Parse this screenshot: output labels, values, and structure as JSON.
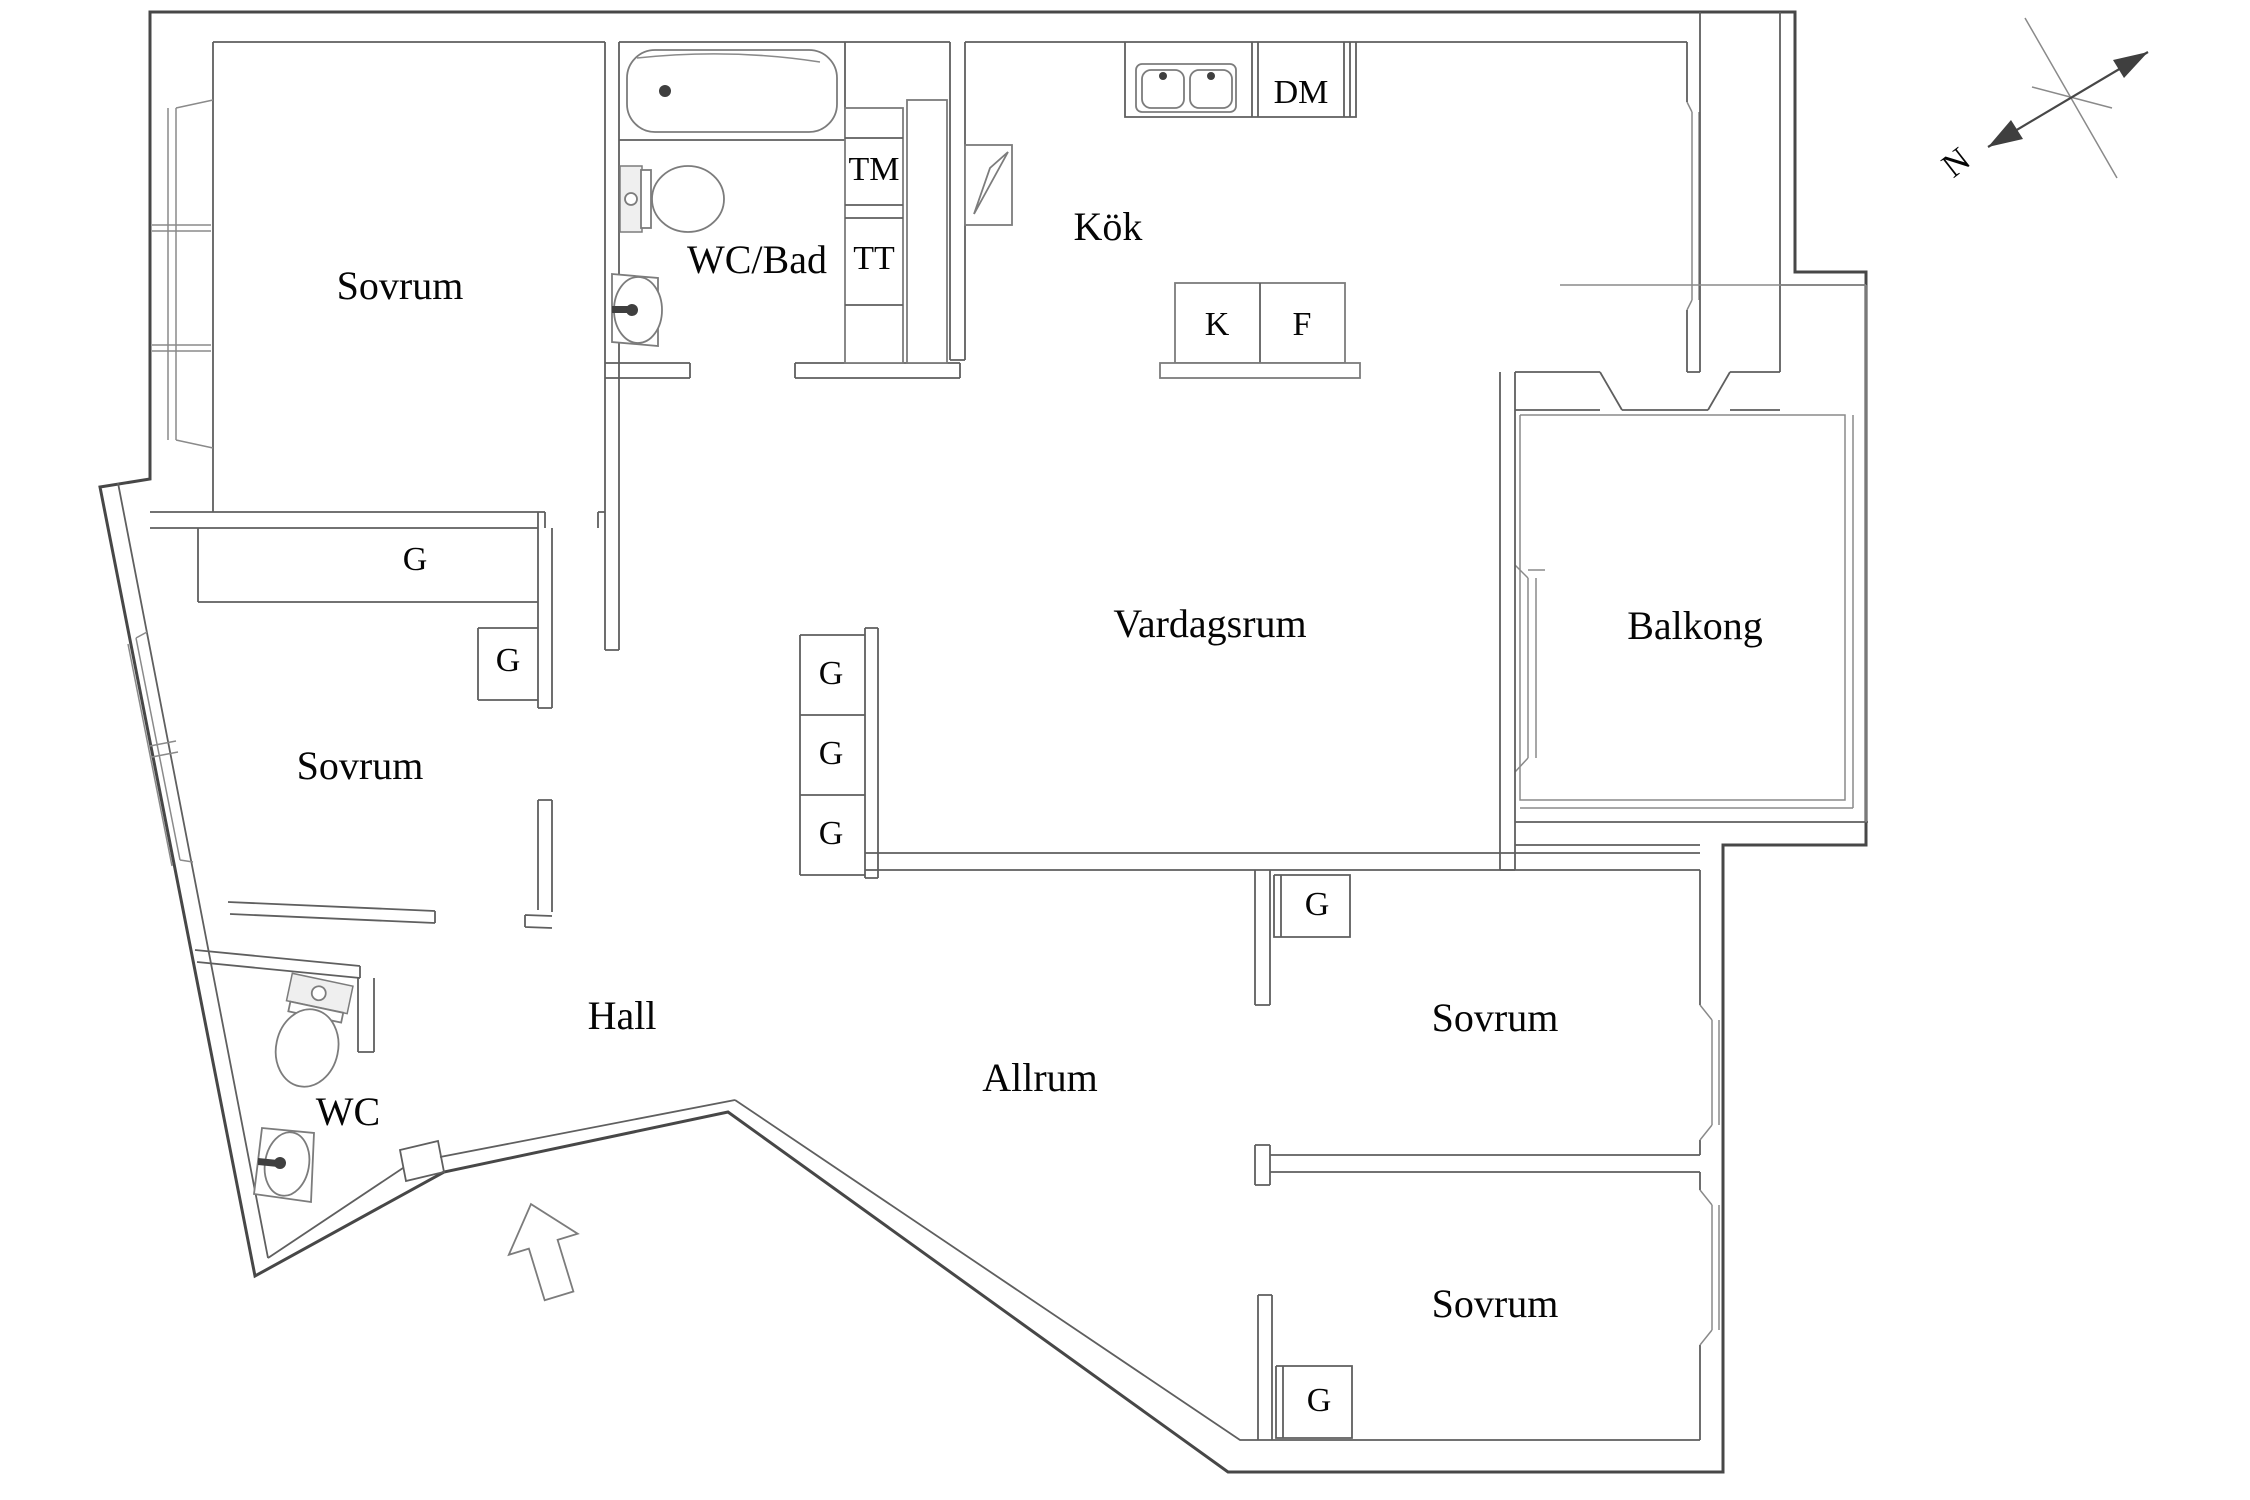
{
  "document": {
    "type": "floor-plan",
    "language": "sv"
  },
  "labels": {
    "sovrum_nw": "Sovrum",
    "wc_bad": "WC/Bad",
    "tm": "TM",
    "tt": "TT",
    "kok": "Kök",
    "dm": "DM",
    "kyl": "K",
    "frys": "F",
    "vardagsrum": "Vardagsrum",
    "balkong": "Balkong",
    "g_strip": "G",
    "g_sovrum_w": "G",
    "g_col_top": "G",
    "g_col_mid": "G",
    "g_col_bot": "G",
    "sovrum_w": "Sovrum",
    "hall": "Hall",
    "allrum": "Allrum",
    "wc": "WC",
    "g_sovrum_e": "G",
    "sovrum_e": "Sovrum",
    "g_sovrum_se": "G",
    "sovrum_se": "Sovrum",
    "north": "N"
  },
  "rooms": [
    {
      "name": "sovrum-nw",
      "label": "Sovrum"
    },
    {
      "name": "wc-bad",
      "label": "WC/Bad"
    },
    {
      "name": "kok",
      "label": "Kök"
    },
    {
      "name": "vardagsrum",
      "label": "Vardagsrum"
    },
    {
      "name": "balkong",
      "label": "Balkong"
    },
    {
      "name": "sovrum-w",
      "label": "Sovrum"
    },
    {
      "name": "hall",
      "label": "Hall"
    },
    {
      "name": "allrum",
      "label": "Allrum"
    },
    {
      "name": "wc",
      "label": "WC"
    },
    {
      "name": "sovrum-e",
      "label": "Sovrum"
    },
    {
      "name": "sovrum-se",
      "label": "Sovrum"
    }
  ],
  "markers": {
    "wardrobe": "G",
    "wardrobe_count": 7,
    "washer": "TM",
    "dryer": "TT",
    "dishwasher": "DM",
    "fridge": "K",
    "freezer": "F"
  },
  "icons": [
    "bathtub",
    "toilet",
    "washbasin",
    "kitchen-sink",
    "corner-cabinet",
    "entrance-arrow",
    "compass-rose"
  ],
  "colors": {
    "background": "#ffffff",
    "walls": "#474747",
    "text": "#050505"
  }
}
